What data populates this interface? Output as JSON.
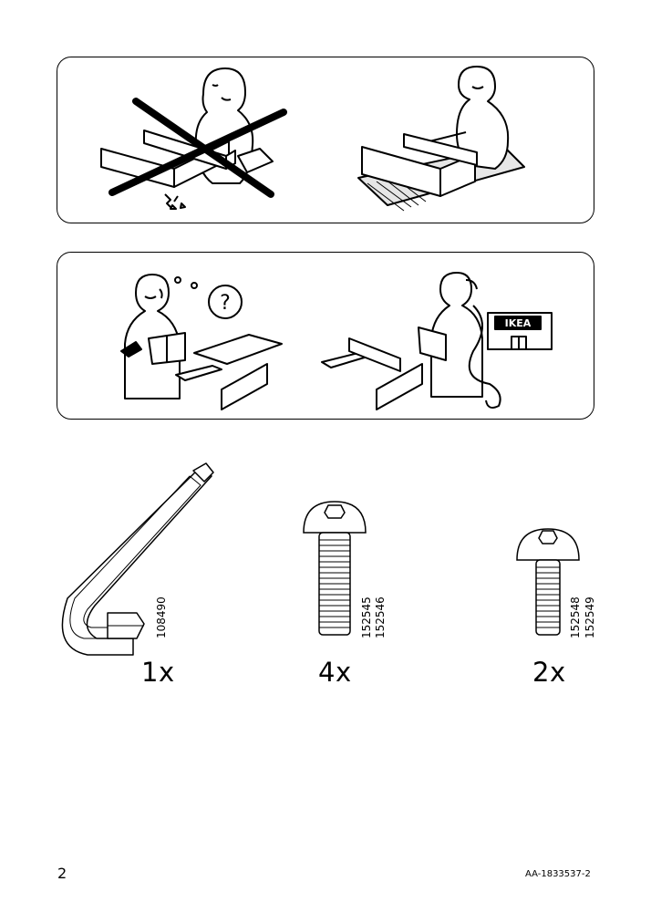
{
  "sign": {
    "brand": "IKEA"
  },
  "parts": [
    {
      "quantity": "1x",
      "codes": [
        "108490"
      ],
      "name": "allen-key"
    },
    {
      "quantity": "4x",
      "codes": [
        "152545",
        "152546"
      ],
      "name": "long-screw"
    },
    {
      "quantity": "2x",
      "codes": [
        "152548",
        "152549"
      ],
      "name": "short-screw"
    }
  ],
  "footer": {
    "page_number": "2",
    "document_code": "AA-1833537-2"
  }
}
